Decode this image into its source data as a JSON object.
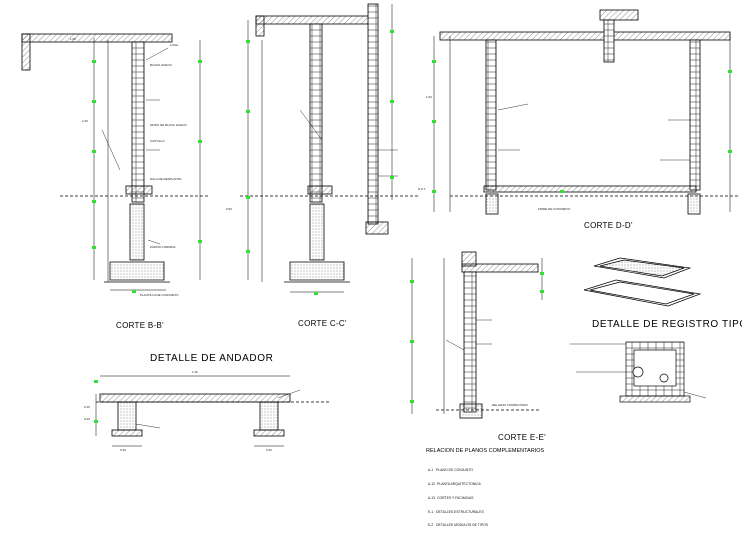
{
  "titles": {
    "corte_b": "CORTE B-B'",
    "corte_c": "CORTE C-C'",
    "corte_d": "CORTE D-D'",
    "corte_e": "CORTE E-E'",
    "andador": "DETALLE DE ANDADOR",
    "registro": "DETALLE DE REGISTRO TIPO",
    "relacion": "RELACION DE PLANOS COMPLEMENTARIOS"
  },
  "relacion_items": [
    "A-1   PLANO DE CONJUNTO",
    "A-12  PLANTA ARQUITECTONICA",
    "A-13  CORTES Y FACHADAS",
    "E-1   DETALLES ESTRUCTURALES",
    "E-2   DETALLES MODULOS DE TIPOS"
  ],
  "annotations": {
    "losa": "LOSA",
    "block_hueco": "BLOCK HUECO",
    "muro_block": "MURO DE BLOCK HUECO",
    "castillo": "CASTILLO",
    "dala": "DALA DE DESPLANTE",
    "firme": "FIRME DE CONCRETO",
    "zapata": "ZAPATA CORRIDA",
    "plantilla": "PLANTILLA DE CONCRETO",
    "relleno": "RELLENO COMPACTADO",
    "nivel": "N.P.T.",
    "cotas": [
      "0.15",
      "0.20",
      "0.30",
      "0.40",
      "0.60",
      "1.00",
      "1.05",
      "2.40"
    ],
    "andador_width": "1.20"
  },
  "colors": {
    "line": "#000000",
    "marker": "#33dd33",
    "concrete": "#9a9a9a"
  }
}
